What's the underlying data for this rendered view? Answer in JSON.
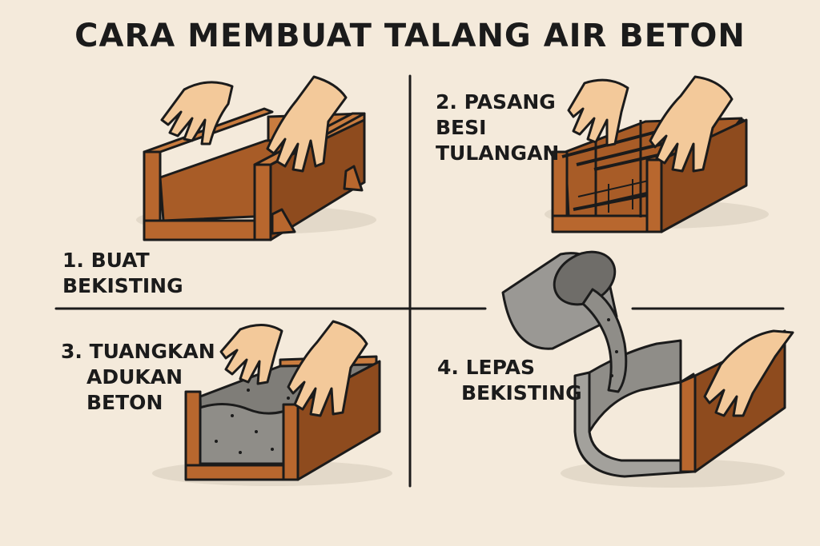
{
  "title": "CARA MEMBUAT TALANG AIR BETON",
  "steps": [
    {
      "line1": "1. BUAT",
      "line2": "BEKISTING",
      "line3": "",
      "illustration_icon": "formwork-hands-icon"
    },
    {
      "line1": "2. PASANG",
      "line2": "BESI",
      "line3": "TULANGAN",
      "illustration_icon": "rebar-hands-icon"
    },
    {
      "line1": "3. TUANGKAN",
      "line2": "ADUKAN",
      "line3": "BETON",
      "illustration_icon": "pour-concrete-hands-icon"
    },
    {
      "line1": "4. LEPAS",
      "line2": "BEKISTING",
      "line3": "",
      "illustration_icon": "bucket-pour-hand-icon"
    }
  ],
  "colors": {
    "background": "#f4eadb",
    "wood": "#b8672e",
    "wood_light": "#c97c3f",
    "wood_dark": "#8e4b1e",
    "concrete": "#9a9894",
    "concrete_dark": "#6f6d69",
    "skin": "#f3c99a",
    "outline": "#1b1b1b",
    "shadow": "#e3d9c9"
  }
}
